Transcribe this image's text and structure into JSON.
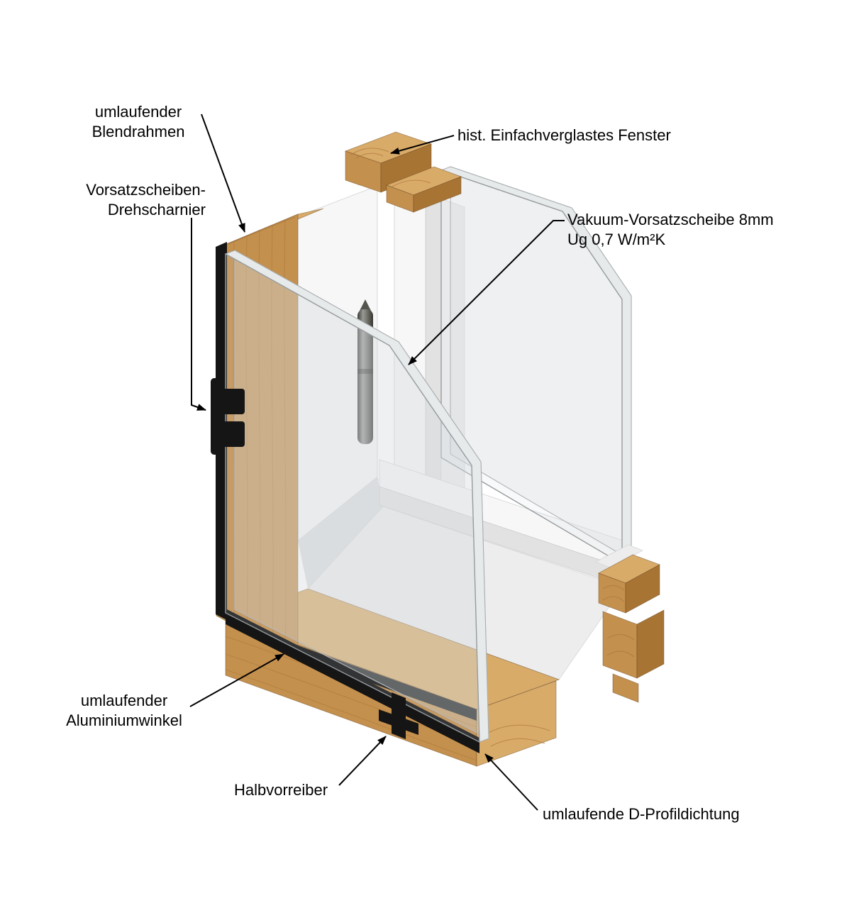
{
  "diagram": {
    "background": "#ffffff",
    "labels": {
      "blendrahmen": {
        "line1": "umlaufender",
        "line2": "Blendrahmen"
      },
      "hist_fenster": {
        "text": "hist. Einfachverglastes Fenster"
      },
      "drehscharnier": {
        "line1": "Vorsatzscheiben-",
        "line2": "Drehscharnier"
      },
      "vakuum": {
        "line1": "Vakuum-Vorsatzscheibe 8mm",
        "line2": "Ug 0,7 W/m²K"
      },
      "aluminiumwinkel": {
        "line1": "umlaufender",
        "line2": "Aluminiumwinkel"
      },
      "halbvorreiber": {
        "text": "Halbvorreiber"
      },
      "d_profildichtung": {
        "text": "umlaufende D-Profildichtung"
      }
    },
    "colors": {
      "wood_light": "#d9ab69",
      "wood_mid": "#c4904e",
      "wood_dark": "#a87434",
      "seal_black": "#151515",
      "frame_white": "#f7f7f7",
      "glass_edge": "#a9aeb0",
      "metal_gray": "#6e6e68",
      "line_black": "#000000"
    }
  }
}
